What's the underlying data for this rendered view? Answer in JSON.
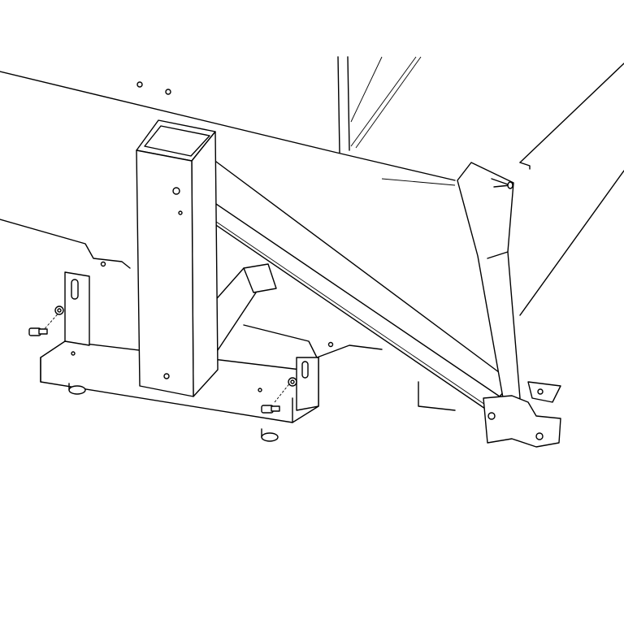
{
  "diagram": {
    "type": "line-art assembly illustration",
    "stroke_color": "#000000",
    "background_color": "#ffffff",
    "parts": [
      "cabinet-panel",
      "vertical-post",
      "diagonal-beam",
      "cross-brace",
      "base-plate",
      "right-bracket",
      "bolts",
      "washers",
      "feet"
    ]
  }
}
